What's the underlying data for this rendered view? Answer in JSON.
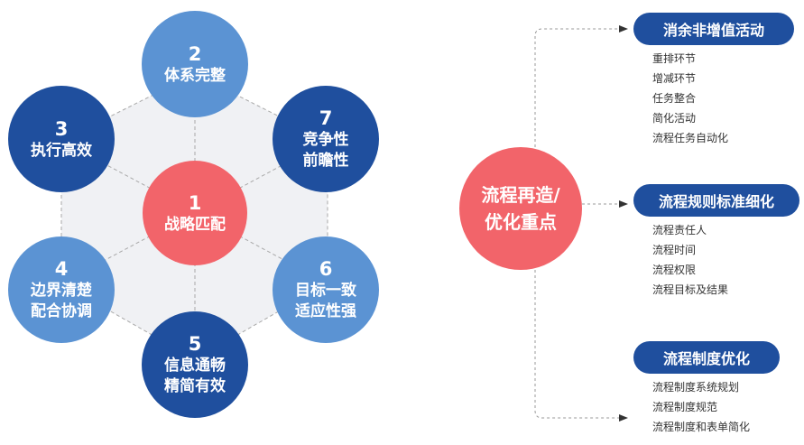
{
  "colors": {
    "dark_blue": "#1f4f9e",
    "light_blue": "#5b93d3",
    "coral": "#f2646a",
    "hex_fill": "#f0f1f4",
    "dash_line": "#b0b0b0"
  },
  "left_diagram": {
    "center": {
      "number": "1",
      "label": "战略匹配"
    },
    "nodes": [
      {
        "number": "2",
        "label": "体系完整",
        "tone": "light_blue"
      },
      {
        "number": "3",
        "label": "执行高效",
        "tone": "dark_blue"
      },
      {
        "number": "4",
        "label": "边界清楚\n配合协调",
        "tone": "light_blue"
      },
      {
        "number": "5",
        "label": "信息通畅\n精简有效",
        "tone": "dark_blue"
      },
      {
        "number": "6",
        "label": "目标一致\n适应性强",
        "tone": "light_blue"
      },
      {
        "number": "7",
        "label": "竞争性\n前瞻性",
        "tone": "dark_blue"
      }
    ]
  },
  "right_diagram": {
    "focus_label": "流程再造/\n优化重点",
    "groups": [
      {
        "title": "消余非增值活动",
        "items": [
          "重排环节",
          "增减环节",
          "任务整合",
          "简化活动",
          "流程任务自动化"
        ]
      },
      {
        "title": "流程规则标准细化",
        "items": [
          "流程责任人",
          "流程时间",
          "流程权限",
          "流程目标及结果"
        ]
      },
      {
        "title": "流程制度优化",
        "items": [
          "流程制度系统规划",
          "流程制度规范",
          "流程制度和表单简化"
        ]
      }
    ]
  }
}
